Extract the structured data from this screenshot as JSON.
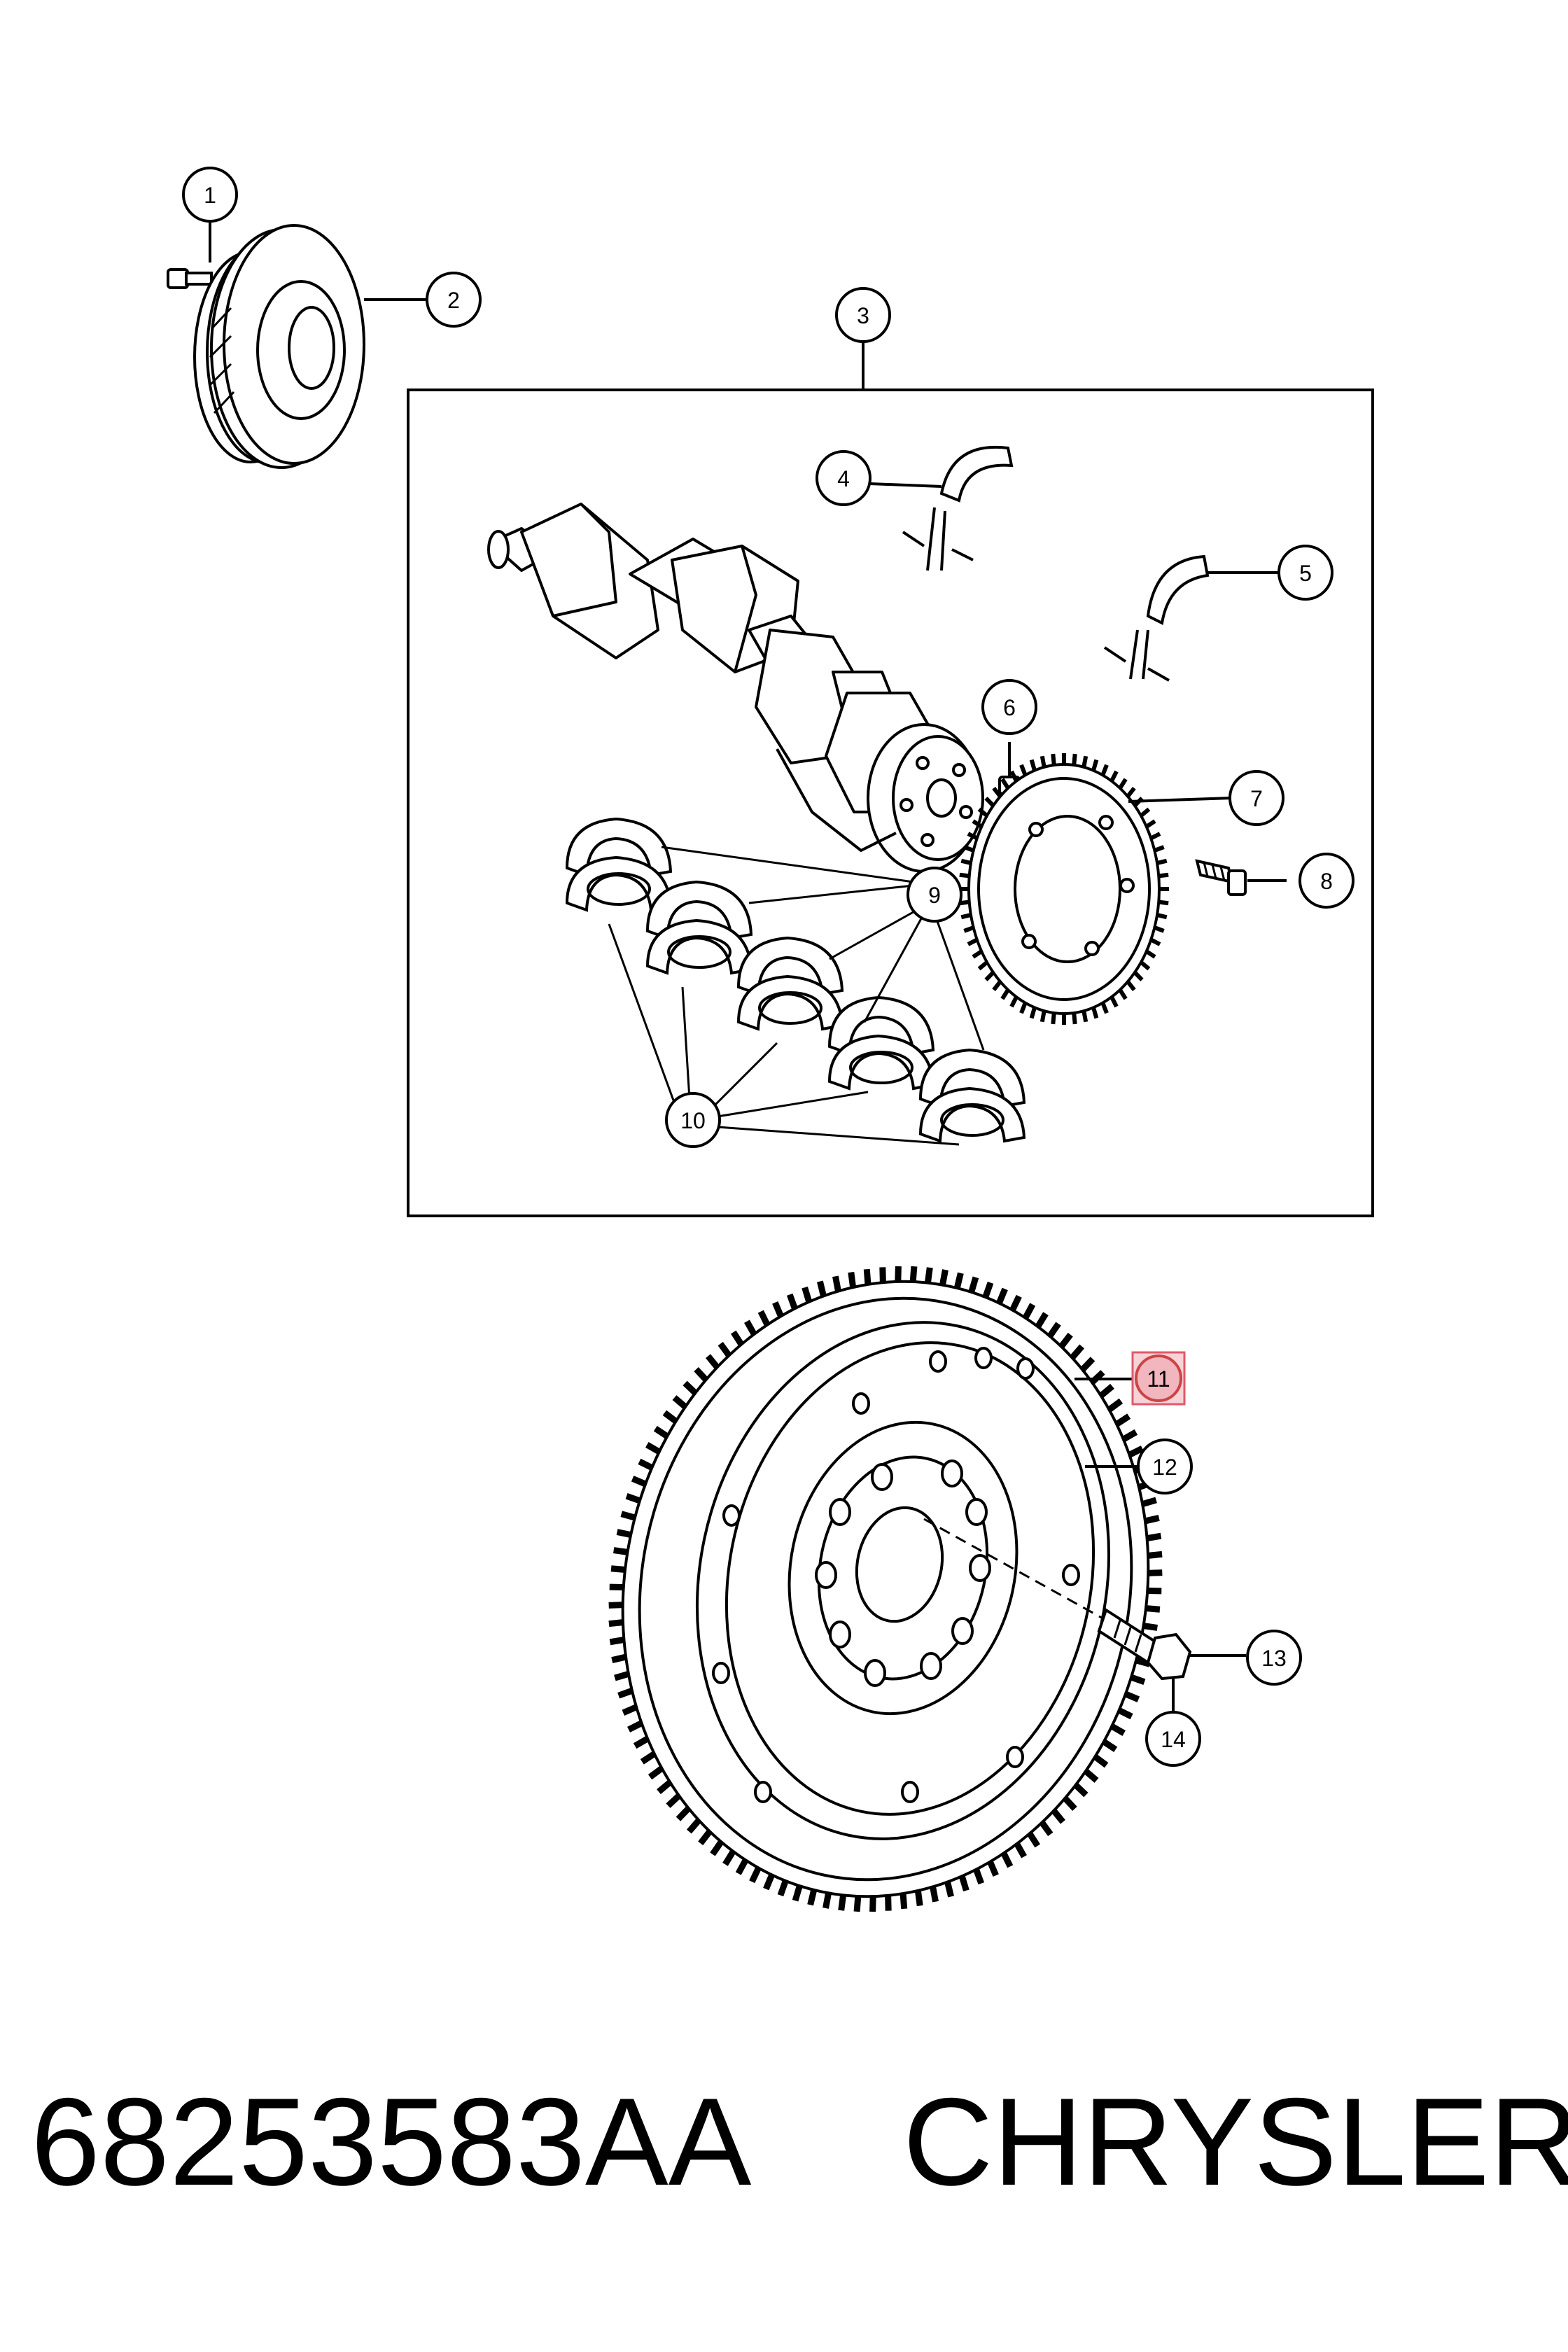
{
  "callouts": {
    "c1": "1",
    "c2": "2",
    "c3": "3",
    "c4": "4",
    "c5": "5",
    "c6": "6",
    "c7": "7",
    "c8": "8",
    "c9": "9",
    "c10": "10",
    "c11": "11",
    "c12": "12",
    "c13": "13",
    "c14": "14"
  },
  "highlighted_callout": "11",
  "highlight_color": "#e05a6a",
  "caption": {
    "part_number": "68253583AA",
    "brand": "CHRYSLER"
  }
}
